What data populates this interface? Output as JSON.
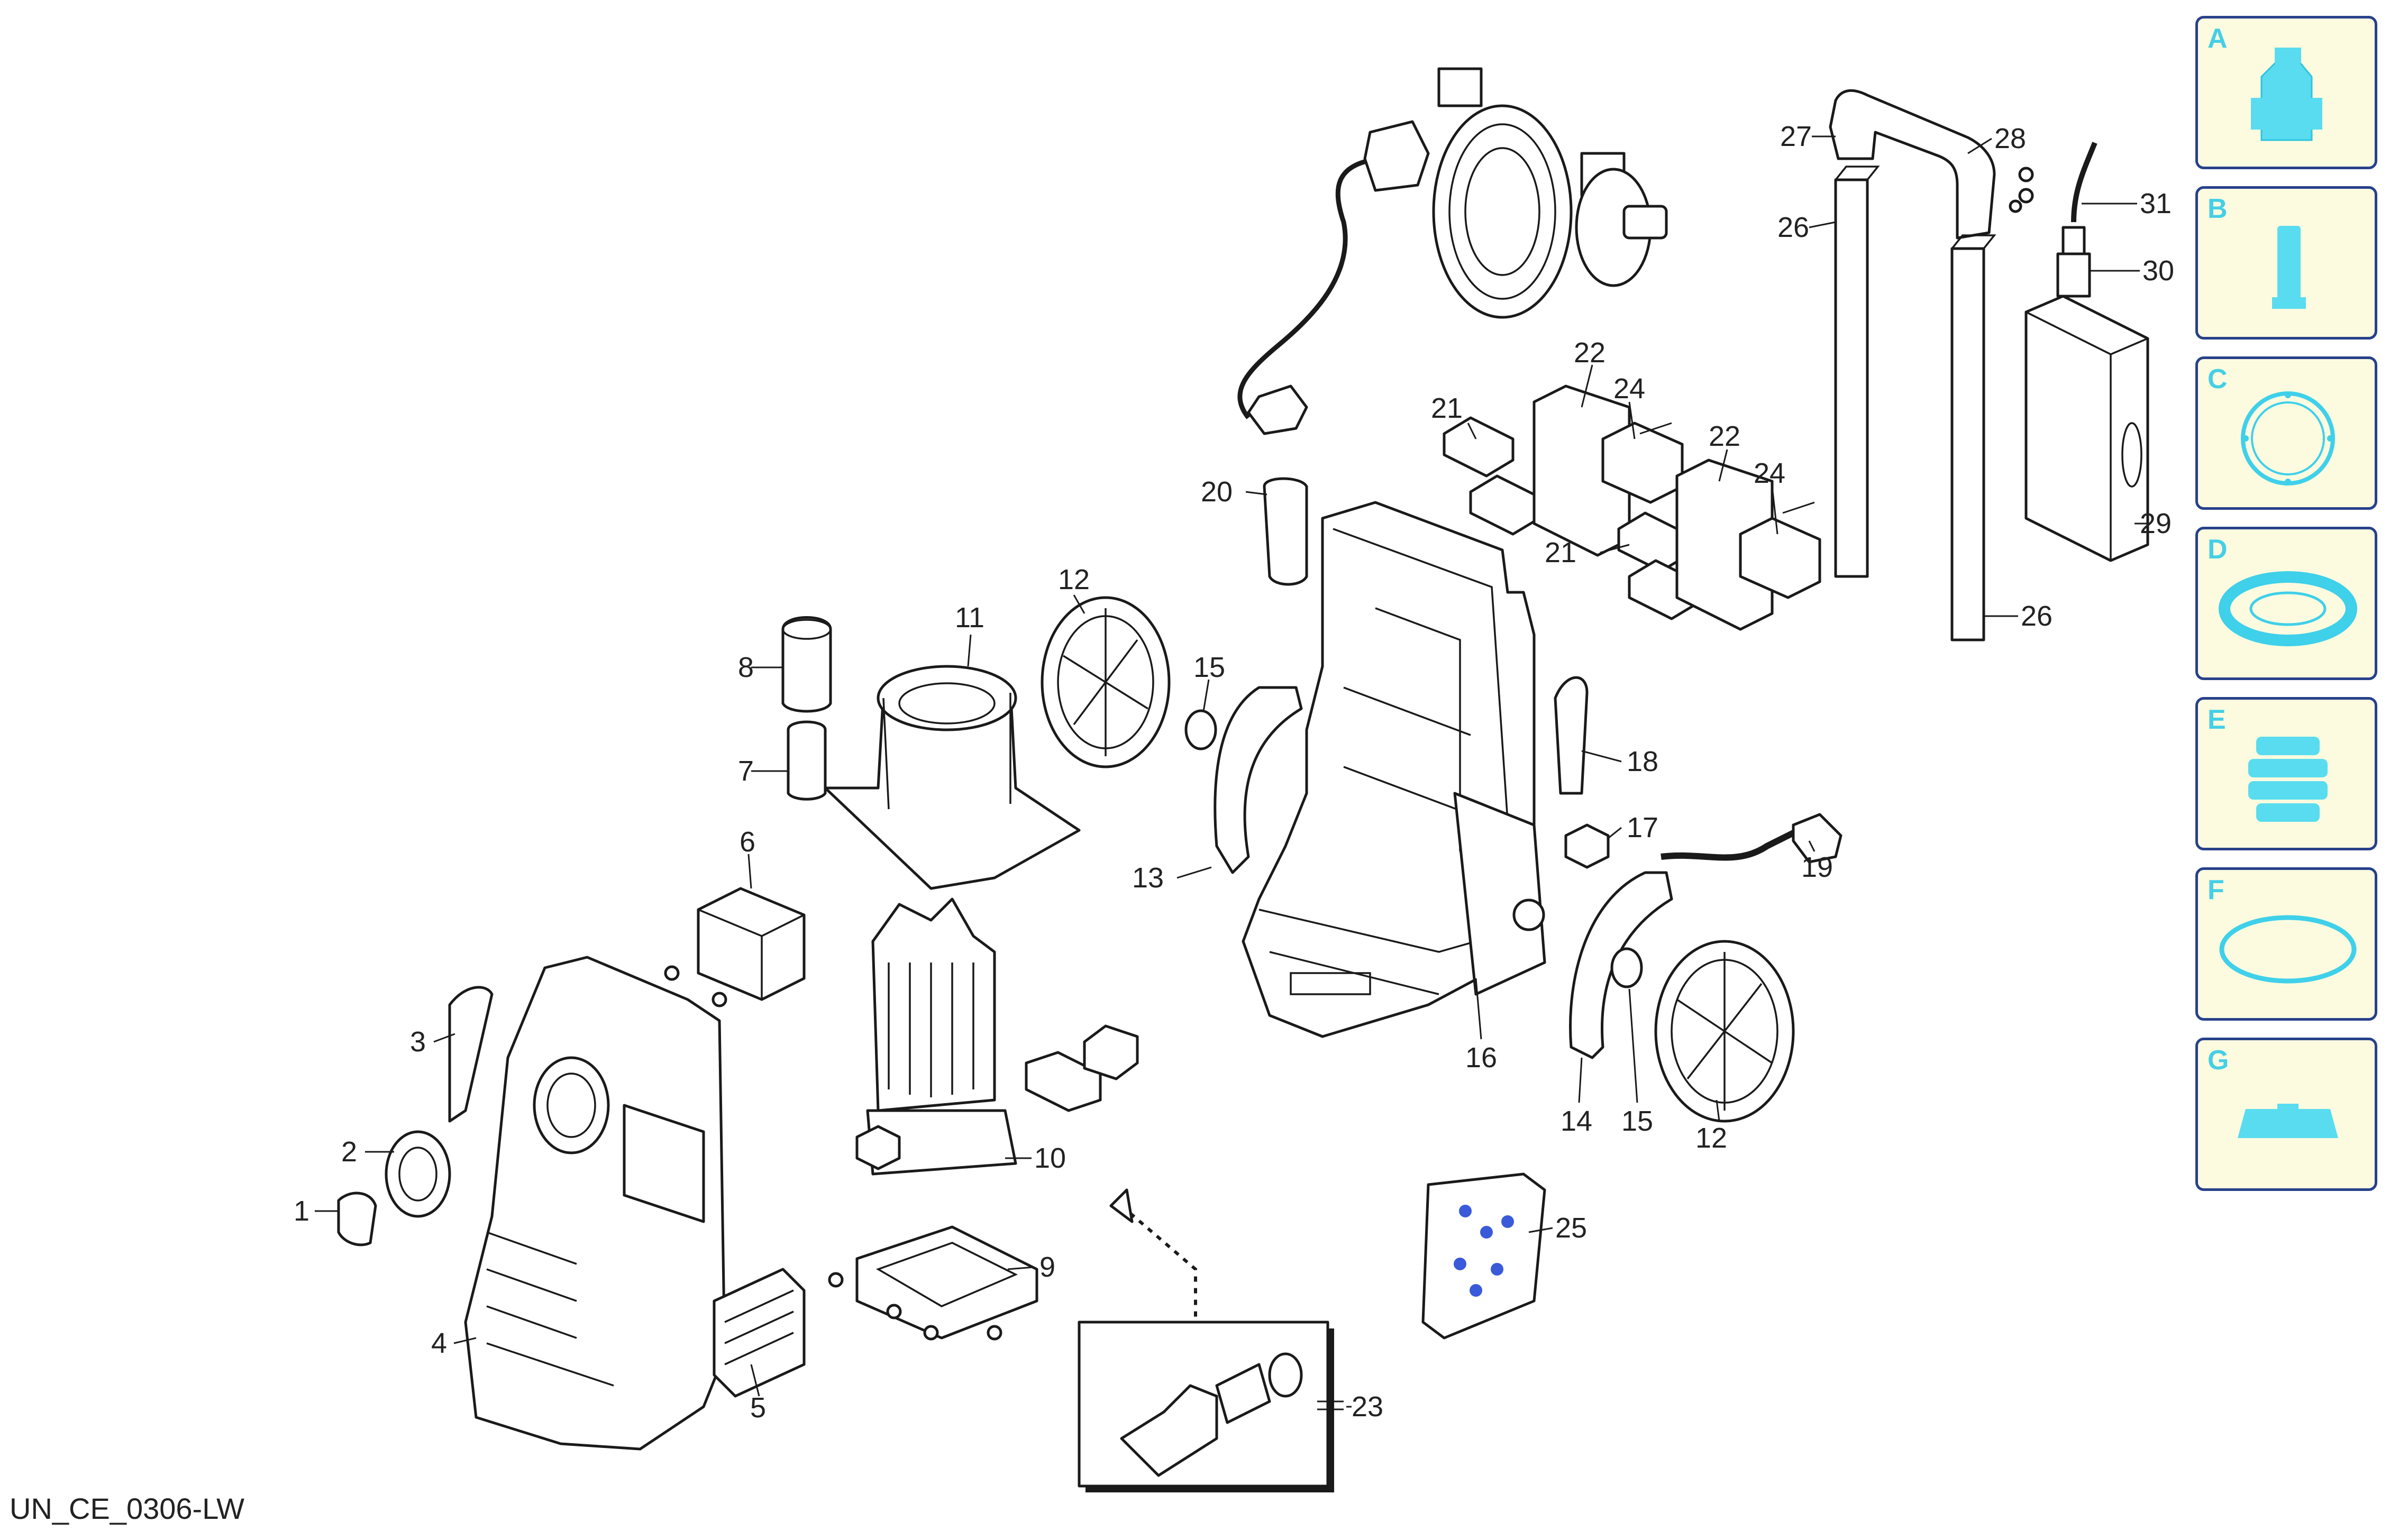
{
  "document_id": "UN_CE_0306-LW",
  "callouts": [
    {
      "id": "c1",
      "label": "1"
    },
    {
      "id": "c2",
      "label": "2"
    },
    {
      "id": "c3",
      "label": "3"
    },
    {
      "id": "c4",
      "label": "4"
    },
    {
      "id": "c5",
      "label": "5"
    },
    {
      "id": "c6",
      "label": "6"
    },
    {
      "id": "c7",
      "label": "7"
    },
    {
      "id": "c8",
      "label": "8"
    },
    {
      "id": "c9",
      "label": "9"
    },
    {
      "id": "c10",
      "label": "10"
    },
    {
      "id": "c11",
      "label": "11"
    },
    {
      "id": "c12a",
      "label": "12"
    },
    {
      "id": "c12b",
      "label": "12"
    },
    {
      "id": "c13",
      "label": "13"
    },
    {
      "id": "c14",
      "label": "14"
    },
    {
      "id": "c15a",
      "label": "15"
    },
    {
      "id": "c15b",
      "label": "15"
    },
    {
      "id": "c16",
      "label": "16"
    },
    {
      "id": "c17",
      "label": "17"
    },
    {
      "id": "c18",
      "label": "18"
    },
    {
      "id": "c19",
      "label": "19"
    },
    {
      "id": "c20",
      "label": "20"
    },
    {
      "id": "c21a",
      "label": "21"
    },
    {
      "id": "c21b",
      "label": "21"
    },
    {
      "id": "c22a",
      "label": "22"
    },
    {
      "id": "c22b",
      "label": "22"
    },
    {
      "id": "c23",
      "label": "23"
    },
    {
      "id": "c24a",
      "label": "24"
    },
    {
      "id": "c24b",
      "label": "24"
    },
    {
      "id": "c25",
      "label": "25"
    },
    {
      "id": "c26a",
      "label": "26"
    },
    {
      "id": "c26b",
      "label": "26"
    },
    {
      "id": "c27",
      "label": "27"
    },
    {
      "id": "c28",
      "label": "28"
    },
    {
      "id": "c29",
      "label": "29"
    },
    {
      "id": "c30",
      "label": "30"
    },
    {
      "id": "c31",
      "label": "31"
    }
  ],
  "legend": [
    {
      "letter": "A",
      "icon": "nozzle-icon"
    },
    {
      "letter": "B",
      "icon": "filter-cartridge-icon"
    },
    {
      "letter": "C",
      "icon": "gasket-ring-icon"
    },
    {
      "letter": "D",
      "icon": "seal-ring-icon"
    },
    {
      "letter": "E",
      "icon": "bellows-seal-icon"
    },
    {
      "letter": "F",
      "icon": "o-ring-icon"
    },
    {
      "letter": "G",
      "icon": "flat-seal-icon"
    }
  ],
  "colors": {
    "legend_background": "#fcfbdf",
    "legend_border": "#27418a",
    "legend_accent": "#59dcf0",
    "line_art": "#1a1a1a"
  }
}
